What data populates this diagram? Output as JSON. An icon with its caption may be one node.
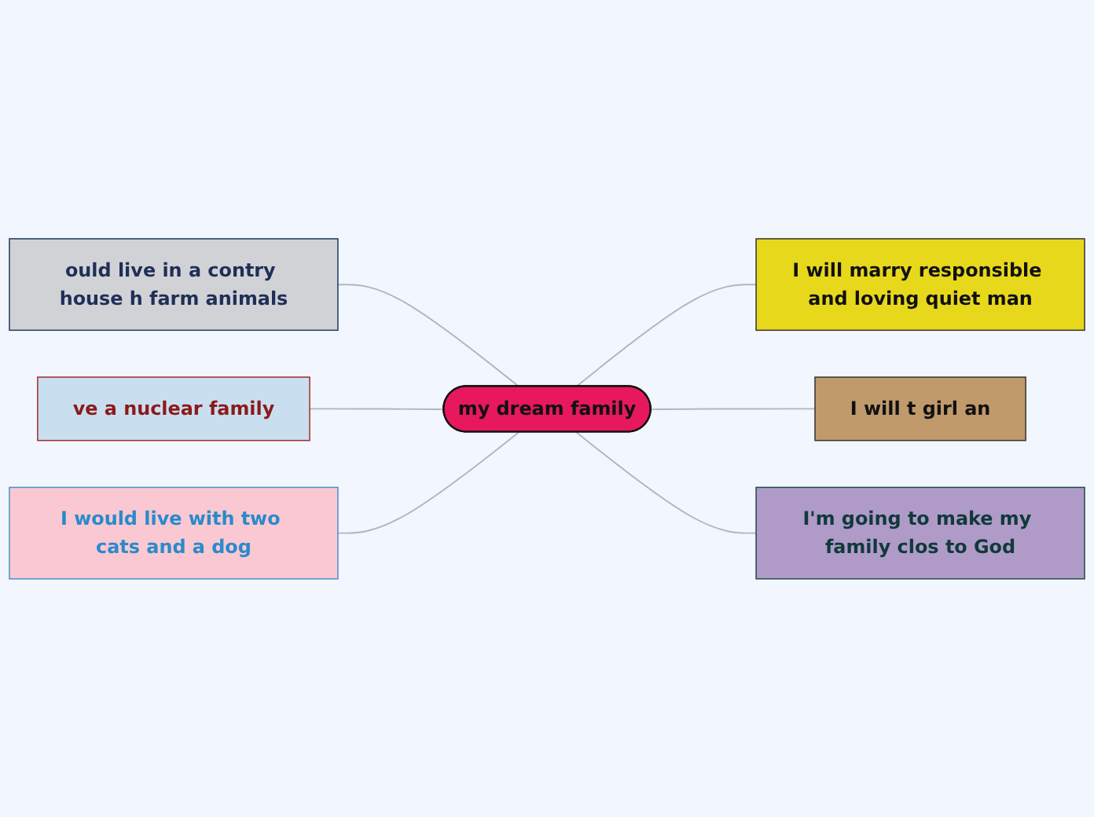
{
  "diagram": {
    "nodes": [
      {
        "text": [
          "my dream family"
        ]
      },
      {
        "text": [
          "ould live in a contry house h farm animals"
        ]
      },
      {
        "text": [
          "I will marry responsible and loving quiet man"
        ]
      },
      {
        "text": [
          "ve a nuclear family"
        ]
      },
      {
        "text": [
          "I will t girl an"
        ]
      },
      {
        "text": [
          "I would live with two cats and a dog"
        ]
      },
      {
        "text": [
          "I'm going to make my family clos to God"
        ]
      }
    ],
    "edges": [
      {
        "from": 0,
        "to": 1,
        "arrow": "none"
      },
      {
        "from": 0,
        "to": 2,
        "arrow": "none"
      },
      {
        "from": 0,
        "to": 3,
        "arrow": "none"
      },
      {
        "from": 0,
        "to": 4,
        "arrow": "none"
      },
      {
        "from": 0,
        "to": 5,
        "arrow": "none"
      },
      {
        "from": 0,
        "to": 6,
        "arrow": "none"
      }
    ]
  }
}
